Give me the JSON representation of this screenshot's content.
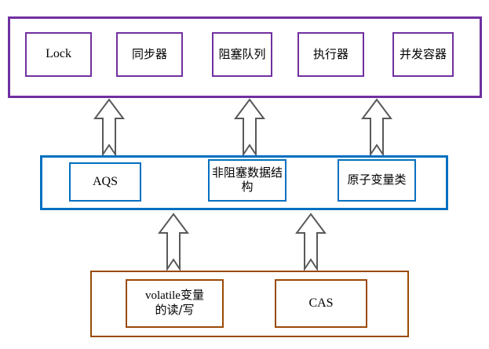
{
  "diagram": {
    "title": "Java Concurrency Layered Architecture",
    "colors": {
      "purple": "#7030A0",
      "blue": "#0070C0",
      "brown": "#9A4A06",
      "arrow_stroke": "#595959",
      "background": "#FFFFFF"
    },
    "layers": [
      {
        "id": "top-layer",
        "name": "high-level-concurrency-utilities",
        "border_color": "#7030A0",
        "nodes": [
          {
            "id": "lock",
            "label": "Lock",
            "script": "latin"
          },
          {
            "id": "synchronizer",
            "label": "同步器",
            "script": "cjk"
          },
          {
            "id": "blocking-queue",
            "label": "阻塞队列",
            "script": "cjk"
          },
          {
            "id": "executor",
            "label": "执行器",
            "script": "cjk"
          },
          {
            "id": "concurrent-collections",
            "label": "并发容器",
            "script": "cjk"
          }
        ]
      },
      {
        "id": "middle-layer",
        "name": "synchronization-building-blocks",
        "border_color": "#0070C0",
        "nodes": [
          {
            "id": "aqs",
            "label": "AQS",
            "script": "latin"
          },
          {
            "id": "nonblocking-data-structures",
            "label": "非阻塞数据结构",
            "script": "cjk"
          },
          {
            "id": "atomic-variable-classes",
            "label": "原子变量类",
            "script": "cjk"
          }
        ]
      },
      {
        "id": "bottom-layer",
        "name": "hardware-and-jmm-primitives",
        "border_color": "#9A4A06",
        "nodes": [
          {
            "id": "volatile-read-write",
            "label_latin": "volatile",
            "label_han": "变量",
            "label_line2": "的读/写",
            "script": "mixed"
          },
          {
            "id": "cas",
            "label": "CAS",
            "script": "latin"
          }
        ]
      }
    ],
    "arrows": [
      {
        "id": "arrow-aqs-to-top",
        "name": "arrow-up-aqs-to-lock-layer",
        "direction": "up"
      },
      {
        "id": "arrow-nbds-to-top",
        "name": "arrow-up-nonblocking-to-top-layer",
        "direction": "up"
      },
      {
        "id": "arrow-atomic-to-top",
        "name": "arrow-up-atomic-to-top-layer",
        "direction": "up"
      },
      {
        "id": "arrow-volatile-to-mid",
        "name": "arrow-up-volatile-to-middle-layer",
        "direction": "up"
      },
      {
        "id": "arrow-cas-to-mid",
        "name": "arrow-up-cas-to-middle-layer",
        "direction": "up"
      }
    ]
  }
}
